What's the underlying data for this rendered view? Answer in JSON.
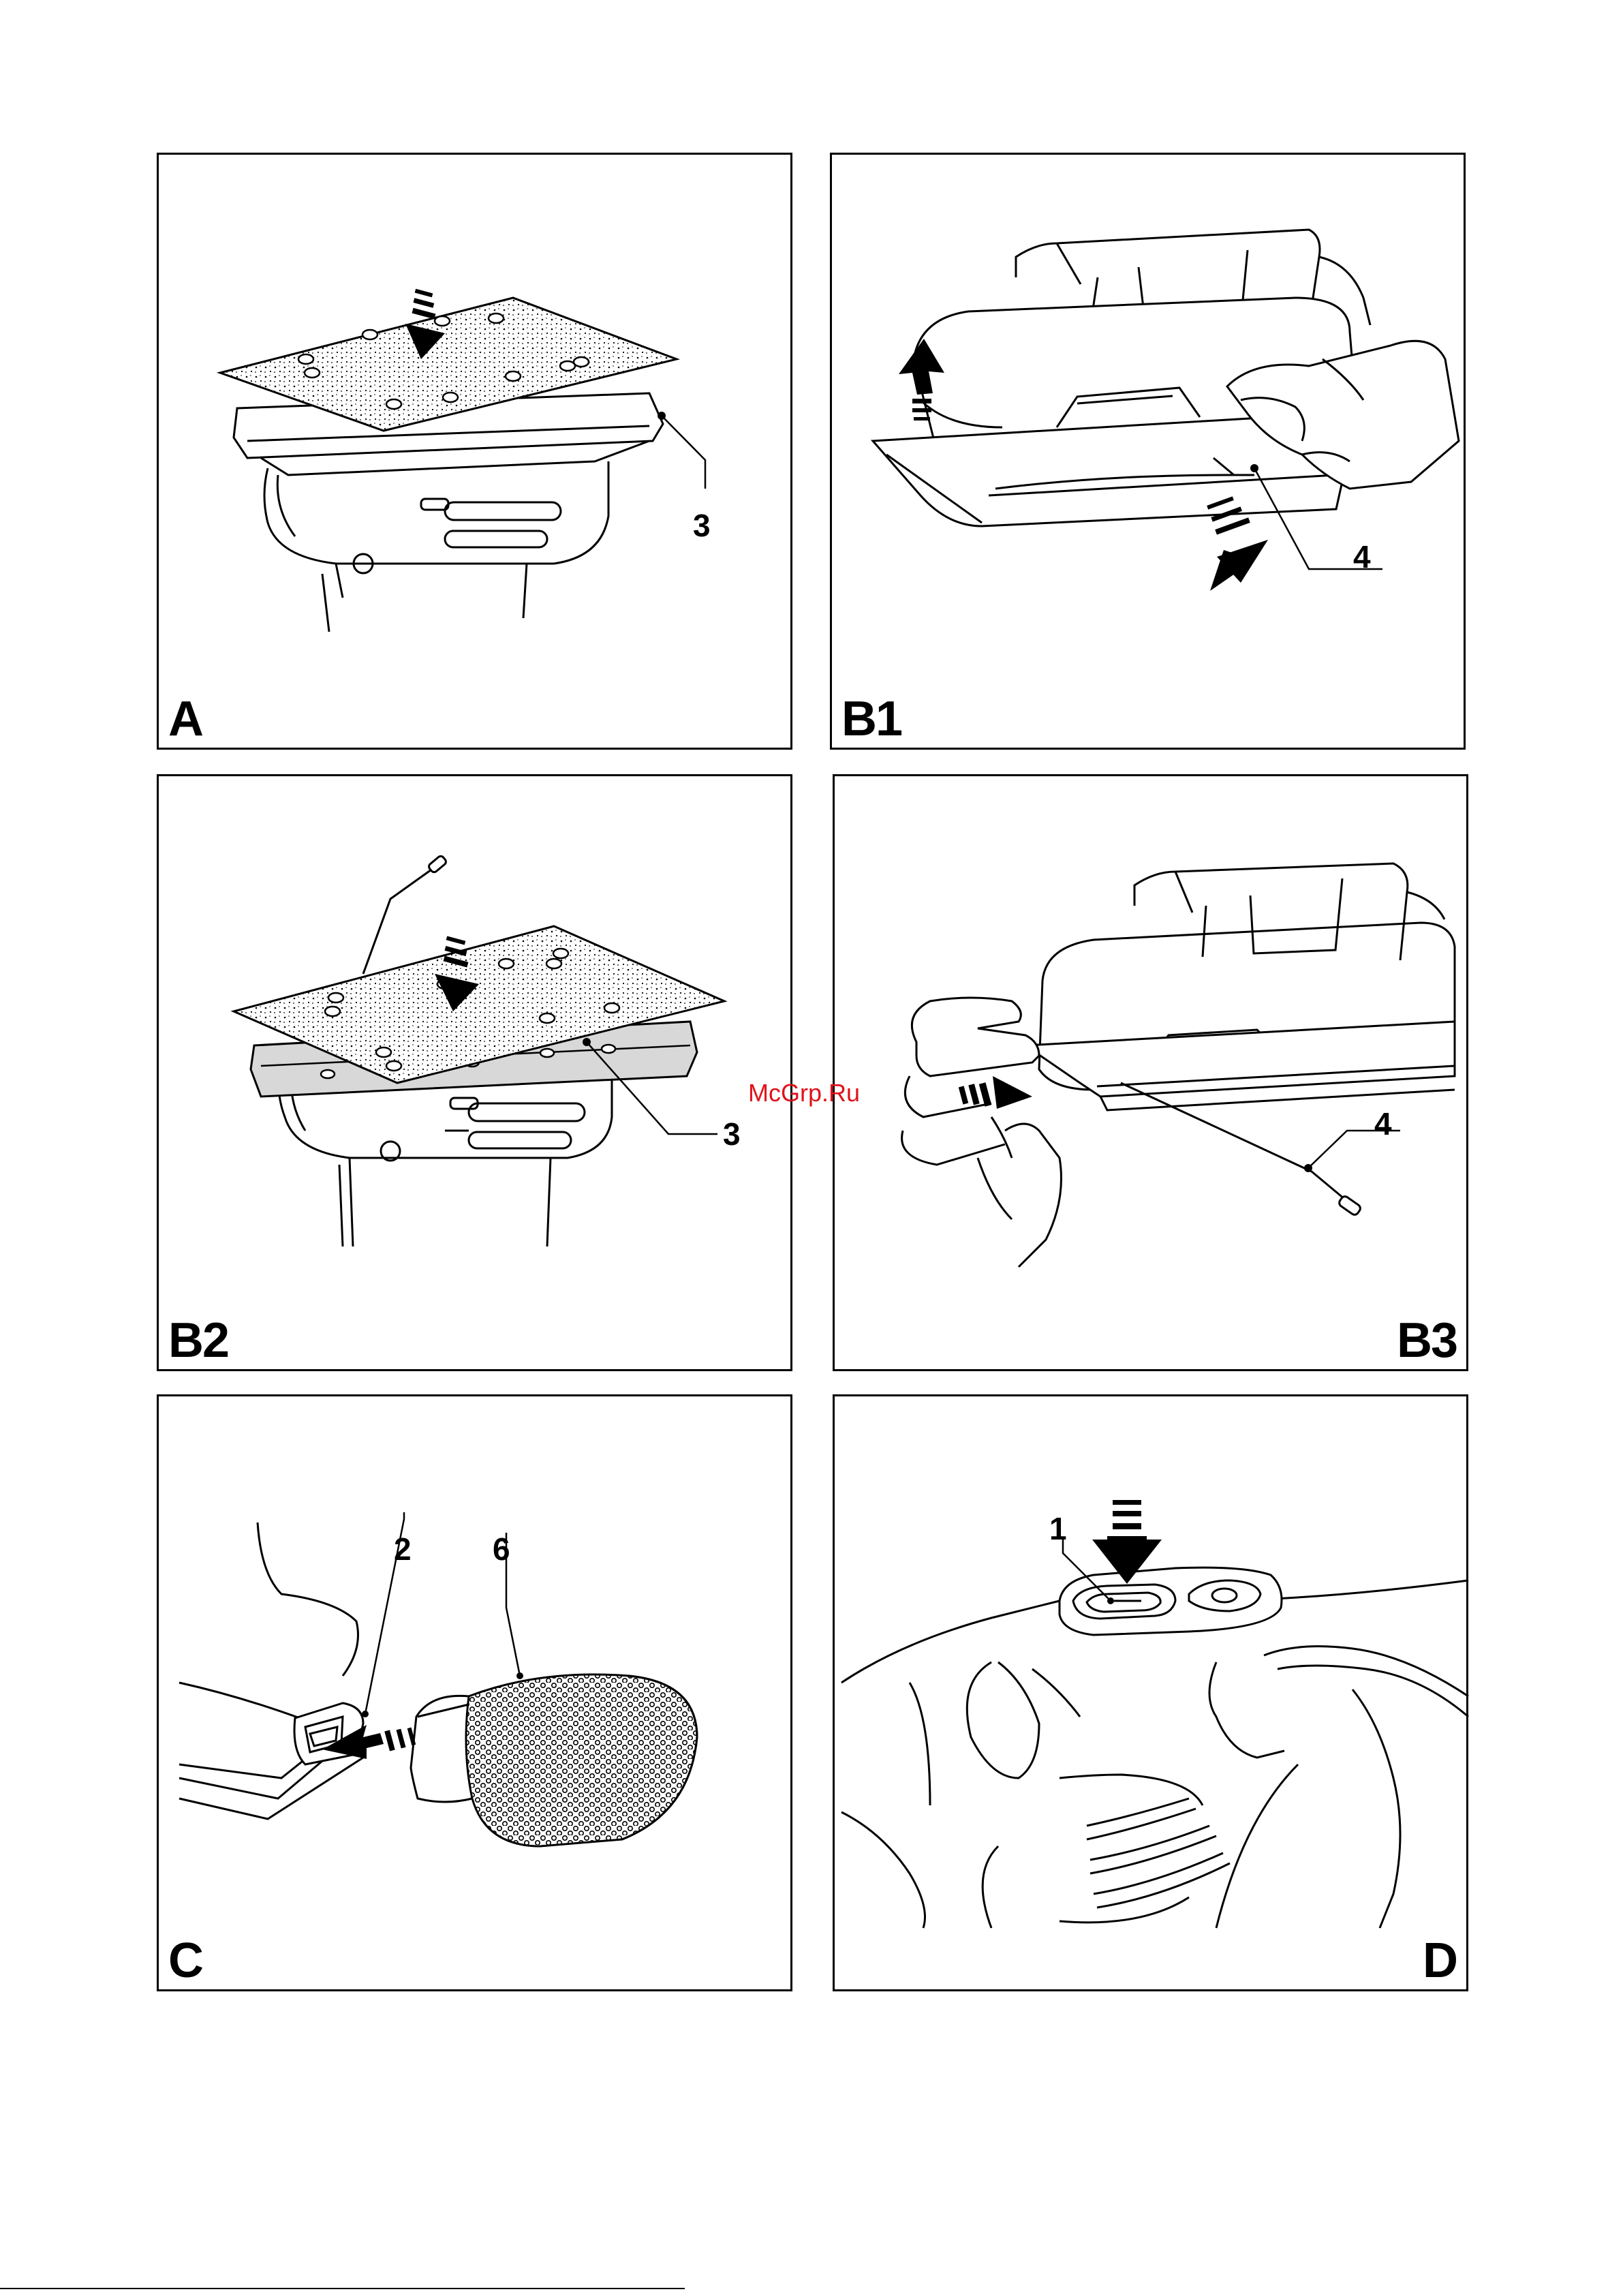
{
  "panels": {
    "A": {
      "label": "A",
      "callouts": [
        "3"
      ]
    },
    "B1": {
      "label": "B1",
      "callouts": [
        "4"
      ]
    },
    "B2": {
      "label": "B2",
      "callouts": [
        "3"
      ]
    },
    "B3": {
      "label": "B3",
      "callouts": [
        "4"
      ]
    },
    "C": {
      "label": "C",
      "callouts": [
        "2",
        "6"
      ]
    },
    "D": {
      "label": "D",
      "callouts": [
        "1"
      ]
    }
  },
  "watermark": "McGrp.Ru",
  "colors": {
    "watermark": "#e0121b",
    "ink": "#000000",
    "paper_fill": "#d8d8d8"
  }
}
